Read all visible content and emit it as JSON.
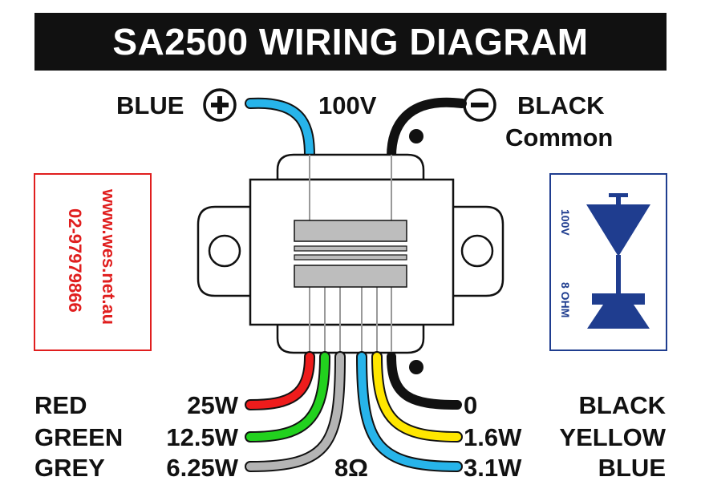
{
  "title": "SA2500 WIRING DIAGRAM",
  "primary": {
    "left_color": "BLUE",
    "voltage": "100V",
    "right_color": "BLACK",
    "right_sub": "Common",
    "plus_symbol": "+",
    "minus_symbol": "−"
  },
  "taps": {
    "left": [
      {
        "color": "RED",
        "value": "25W",
        "hex": "#ee1c1c"
      },
      {
        "color": "GREEN",
        "value": "12.5W",
        "hex": "#22d11e"
      },
      {
        "color": "GREY",
        "value": "6.25W",
        "hex": "#b4b4b4"
      }
    ],
    "right": [
      {
        "value": "0",
        "color": "BLACK",
        "hex": "#111111"
      },
      {
        "value": "1.6W",
        "color": "YELLOW",
        "hex": "#ffe600"
      },
      {
        "value": "3.1W",
        "color": "BLUE",
        "hex": "#27b4ea"
      }
    ],
    "center": "8Ω"
  },
  "contact": {
    "website": "www.wes.net.au",
    "phone": "02-97979866"
  },
  "symbol_box": {
    "voltage": "100V",
    "impedance": "8 OHM"
  },
  "colors": {
    "title_bg": "#111111",
    "blue_wire": "#27b4ea",
    "contact_border": "#e01e1e",
    "symbol_blue": "#1f3d8f",
    "core": "#bdbdbd"
  }
}
